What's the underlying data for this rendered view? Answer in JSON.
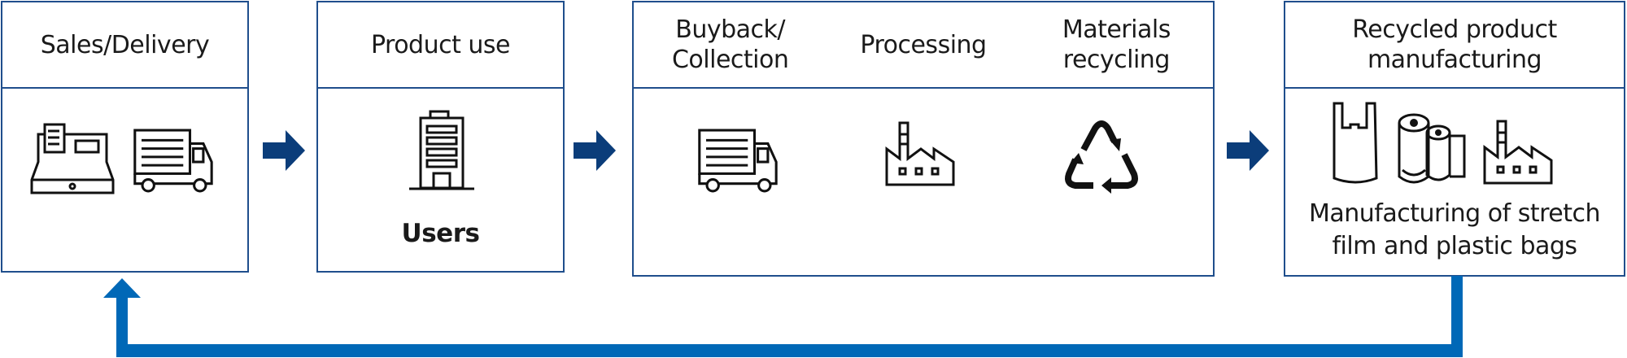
{
  "colors": {
    "border": "#1f4e8c",
    "step_arrow": "#0b3d7a",
    "feedback_arrow": "#0068b7"
  },
  "stages": [
    {
      "title": "Sales/Delivery",
      "icons": [
        "cash-register-icon",
        "delivery-truck-icon"
      ]
    },
    {
      "title": "Product use",
      "icons": [
        "office-building-icon"
      ],
      "caption": "Users"
    },
    {
      "columns": [
        "Buyback/ Collection",
        "Processing",
        "Materials recycling"
      ],
      "icons": [
        "delivery-truck-icon",
        "factory-icon",
        "recycle-icon"
      ]
    },
    {
      "title": "Recycled product manufacturing",
      "icons": [
        "plastic-bag-icon",
        "film-roll-icon",
        "factory-icon"
      ],
      "caption_lines": [
        "Manufacturing of stretch",
        "film and plastic bags"
      ]
    }
  ]
}
